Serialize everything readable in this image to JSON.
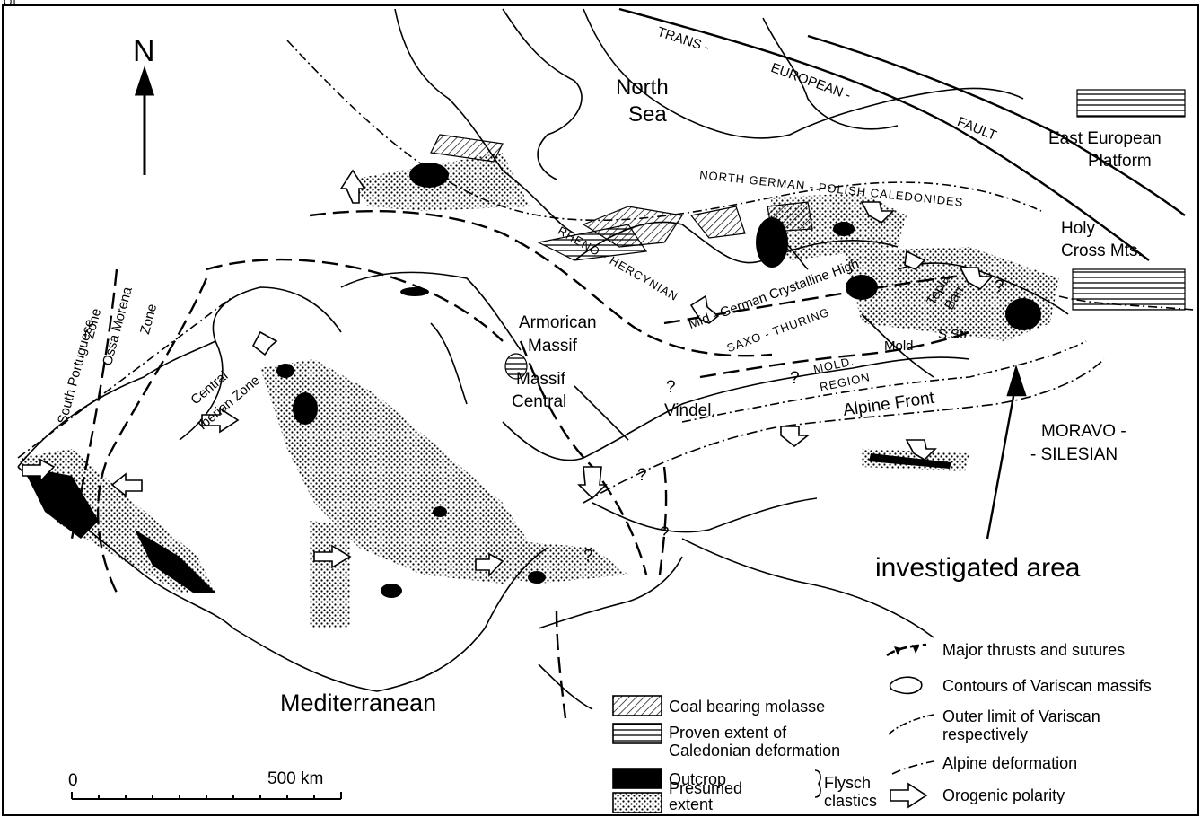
{
  "corner_mark": "OI",
  "north": "N",
  "labels": {
    "north_sea_1": "North",
    "north_sea_2": "Sea",
    "trans": "TRANS -",
    "european": "EUROPEAN -",
    "fault": "FAULT",
    "east_european_1": "East European",
    "east_european_2": "Platform",
    "north_german": "NORTH GERMAN - POLISH CALEDONIDES",
    "holy_cross_1": "Holy",
    "holy_cross_2": "Cross Mts.",
    "rheno": "RHENO - HERCYNIAN",
    "mid_german": "Mid - German Crystalline High",
    "saxo": "SAXO - THURING",
    "armorican_1": "Armorican",
    "armorican_2": "Massif",
    "massif_central_1": "Massif",
    "massif_central_2": "Central",
    "vindel": "Vindel.",
    "mold_region": "MOLD.",
    "region": "REGION",
    "tepla": "Tepla",
    "barr": "Barr.",
    "mold": "Mold",
    "s_str": "S.Str",
    "alpine_front": "Alpine Front",
    "moravo_1": "MORAVO -",
    "moravo_2": "- SILESIAN",
    "investigated": "investigated area",
    "south_portuguese": "South Portuguese",
    "zone1": "Zone",
    "ossa_morena": "Ossa Morena",
    "zone2": "Zone",
    "central_iberian": "Central",
    "iberian_zone": "Iberian Zone",
    "mediterranean": "Mediterranean",
    "question": "?"
  },
  "scale_bar": {
    "start": "0",
    "end": "500 km"
  },
  "legend": {
    "coal": "Coal bearing molasse",
    "caledonian_1": "Proven extent of",
    "caledonian_2": "Caledonian deformation",
    "outcrop": "Outcrop",
    "presumed_1": "Presumed",
    "presumed_2": "extent",
    "flysch_1": "Flysch",
    "flysch_2": "clastics",
    "thrusts": "Major thrusts and sutures",
    "contours": "Contours of Variscan massifs",
    "outer_1": "Outer limit of Variscan",
    "outer_2": "respectively",
    "alpine": "Alpine deformation",
    "polarity": "Orogenic polarity"
  }
}
